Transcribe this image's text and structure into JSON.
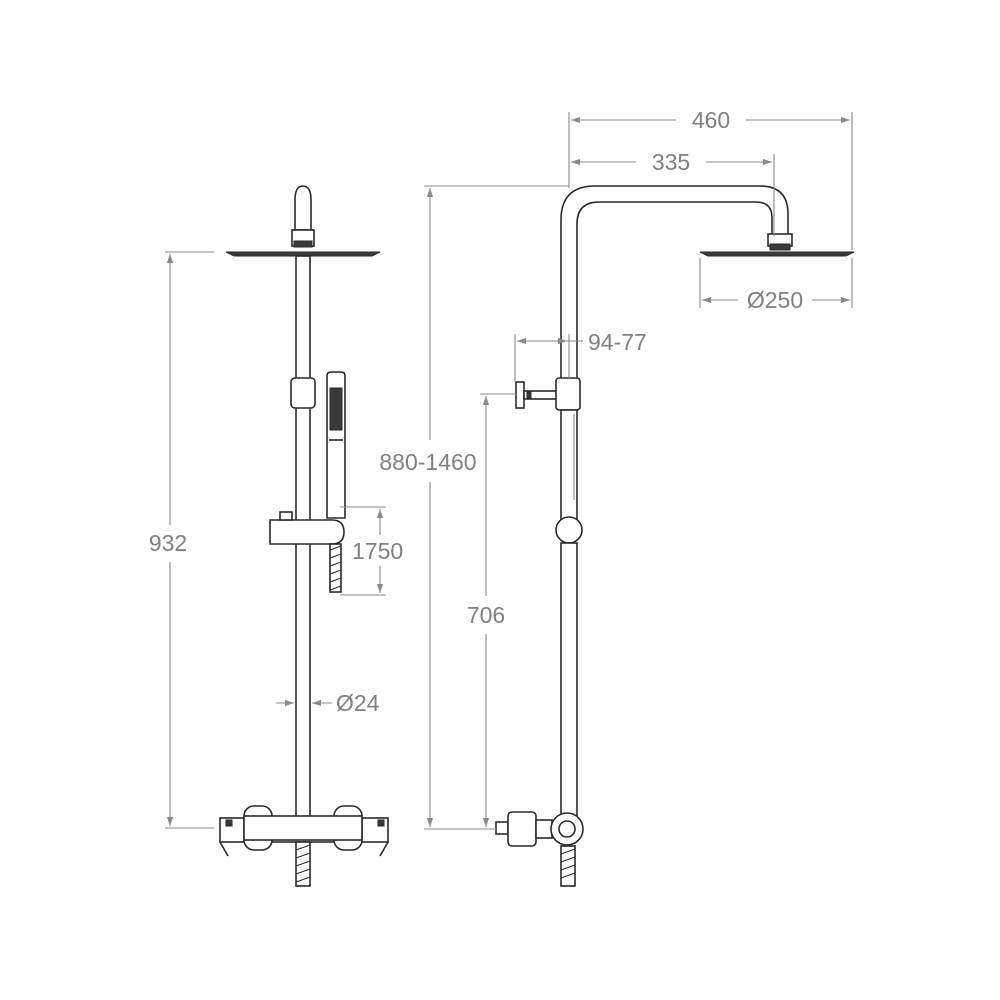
{
  "dimensions": {
    "front_height": "932",
    "hand_shower_length": "1750",
    "pipe_diameter": "Ø24",
    "side_overall_width": "460",
    "arm_reach": "335",
    "head_diameter": "Ø250",
    "wall_offset": "94-77",
    "height_range": "880-1460",
    "mixer_to_bracket": "706"
  },
  "colors": {
    "line": "#2a2a2a",
    "dimension": "#8a8a8a",
    "label": "#808080"
  }
}
